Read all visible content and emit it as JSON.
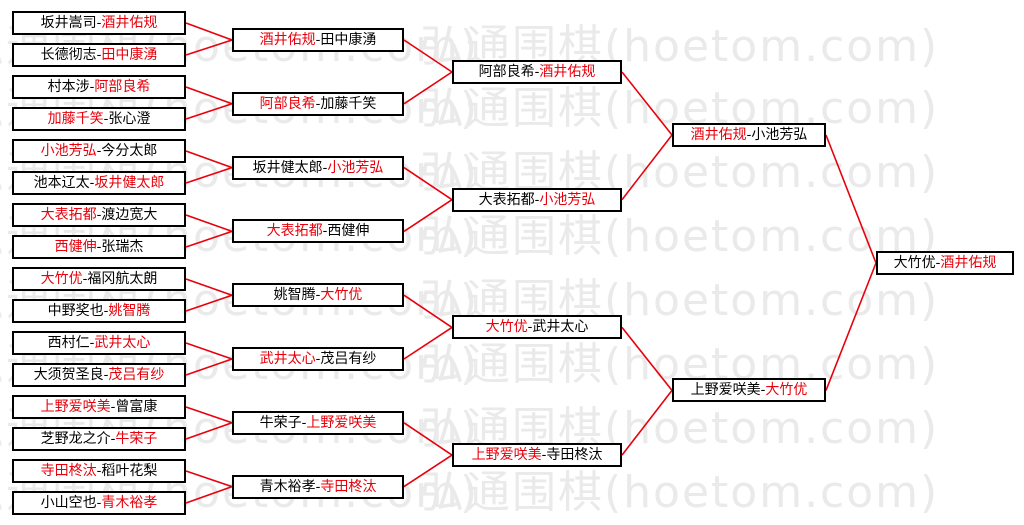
{
  "watermark": {
    "text": "弘通围棋(hoetom.com)"
  },
  "colors": {
    "winner": "#e8000b",
    "loser": "#000000",
    "line": "#e8000b"
  },
  "rounds": [
    {
      "matches": [
        {
          "p1": "坂井嵩司",
          "p2": "酒井佑规",
          "winner": 2
        },
        {
          "p1": "长德彻志",
          "p2": "田中康湧",
          "winner": 2
        },
        {
          "p1": "村本涉",
          "p2": "阿部良希",
          "winner": 2
        },
        {
          "p1": "加藤千笑",
          "p2": "张心澄",
          "winner": 1
        },
        {
          "p1": "小池芳弘",
          "p2": "今分太郎",
          "winner": 1
        },
        {
          "p1": "池本辽太",
          "p2": "坂井健太郎",
          "winner": 2
        },
        {
          "p1": "大表拓都",
          "p2": "渡边宽大",
          "winner": 1
        },
        {
          "p1": "西健伸",
          "p2": "张瑞杰",
          "winner": 1
        },
        {
          "p1": "大竹优",
          "p2": "福冈航太朗",
          "winner": 1
        },
        {
          "p1": "中野奖也",
          "p2": "姚智腾",
          "winner": 2
        },
        {
          "p1": "西村仁",
          "p2": "武井太心",
          "winner": 2
        },
        {
          "p1": "大须贺圣良",
          "p2": "茂吕有纱",
          "winner": 2
        },
        {
          "p1": "上野爱咲美",
          "p2": "曾富康",
          "winner": 1
        },
        {
          "p1": "芝野龙之介",
          "p2": "牛荣子",
          "winner": 2
        },
        {
          "p1": "寺田柊汰",
          "p2": "稻叶花梨",
          "winner": 1
        },
        {
          "p1": "小山空也",
          "p2": "青木裕孝",
          "winner": 2
        }
      ]
    },
    {
      "matches": [
        {
          "p1": "酒井佑规",
          "p2": "田中康湧",
          "winner": 1
        },
        {
          "p1": "阿部良希",
          "p2": "加藤千笑",
          "winner": 1
        },
        {
          "p1": "坂井健太郎",
          "p2": "小池芳弘",
          "winner": 2
        },
        {
          "p1": "大表拓都",
          "p2": "西健伸",
          "winner": 1
        },
        {
          "p1": "姚智腾",
          "p2": "大竹优",
          "winner": 2
        },
        {
          "p1": "武井太心",
          "p2": "茂吕有纱",
          "winner": 1
        },
        {
          "p1": "牛荣子",
          "p2": "上野爱咲美",
          "winner": 2
        },
        {
          "p1": "青木裕孝",
          "p2": "寺田柊汰",
          "winner": 2
        }
      ]
    },
    {
      "matches": [
        {
          "p1": "阿部良希",
          "p2": "酒井佑规",
          "winner": 2
        },
        {
          "p1": "大表拓都",
          "p2": "小池芳弘",
          "winner": 2
        },
        {
          "p1": "大竹优",
          "p2": "武井太心",
          "winner": 1
        },
        {
          "p1": "上野爱咲美",
          "p2": "寺田柊汰",
          "winner": 1
        }
      ]
    },
    {
      "matches": [
        {
          "p1": "酒井佑规",
          "p2": "小池芳弘",
          "winner": 1
        },
        {
          "p1": "上野爱咲美",
          "p2": "大竹优",
          "winner": 2
        }
      ]
    },
    {
      "matches": [
        {
          "p1": "大竹优",
          "p2": "酒井佑规",
          "winner": 2
        }
      ]
    }
  ]
}
